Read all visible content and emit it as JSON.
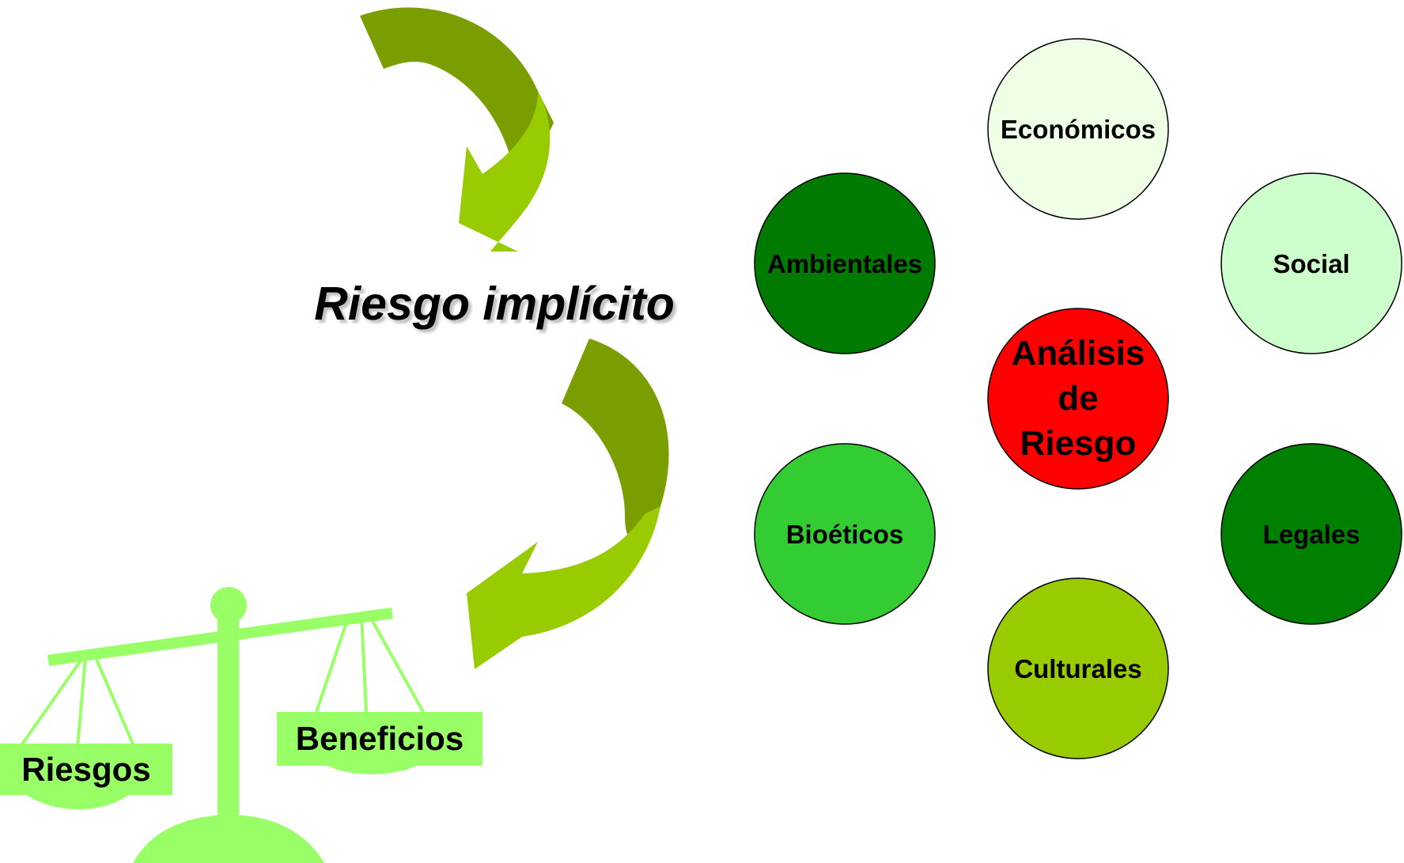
{
  "title": "Riesgo implícito",
  "scale": {
    "left_label": "Riesgos",
    "right_label": "Beneficios"
  },
  "center_node": {
    "lines": [
      "Análisis",
      "de",
      "Riesgo"
    ],
    "color": "#FF0000"
  },
  "nodes": [
    {
      "id": "economicos",
      "label": "Económicos",
      "color": "#EEFFE6"
    },
    {
      "id": "social",
      "label": "Social",
      "color": "#CCFFCC"
    },
    {
      "id": "legales",
      "label": "Legales",
      "color": "#008000"
    },
    {
      "id": "culturales",
      "label": "Culturales",
      "color": "#99CC00"
    },
    {
      "id": "bioeticos",
      "label": "Bioéticos",
      "color": "#33CC33"
    },
    {
      "id": "ambientales",
      "label": "Ambientales",
      "color": "#007A00"
    }
  ],
  "colors": {
    "arrow_dark": "#7A9E00",
    "arrow_light": "#99CC00",
    "scale": "#99FF66",
    "circle_stroke": "#000000"
  }
}
